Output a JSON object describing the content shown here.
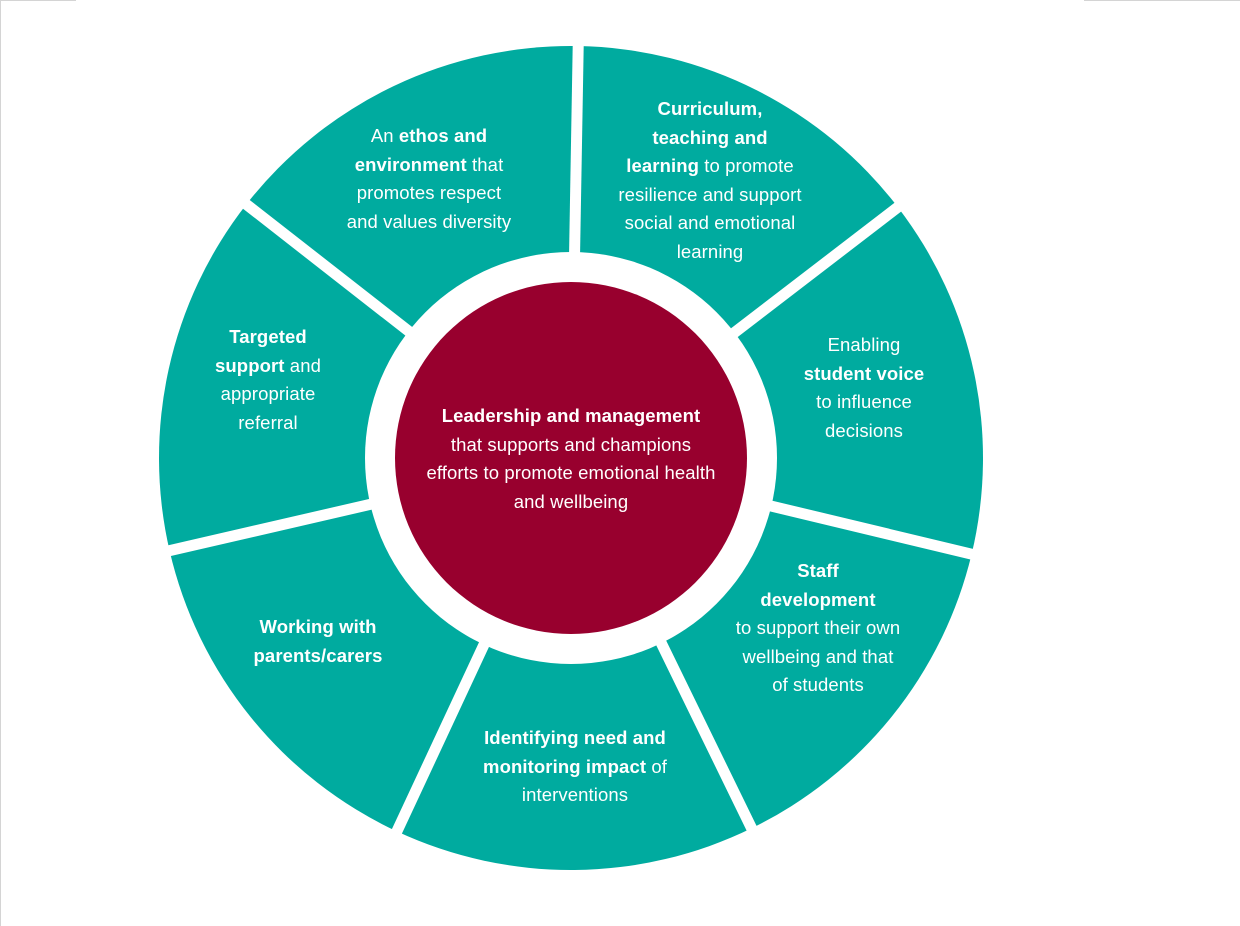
{
  "colors": {
    "segment": "#00ab9f",
    "center": "#98002e",
    "gap": "#ffffff",
    "text": "#ffffff"
  },
  "center": {
    "lines": [
      [
        {
          "t": "Leadership and management",
          "b": true
        }
      ],
      [
        {
          "t": "that supports and champions",
          "b": false
        }
      ],
      [
        {
          "t": "efforts to promote emotional health",
          "b": false
        }
      ],
      [
        {
          "t": "and wellbeing",
          "b": false
        }
      ]
    ]
  },
  "segments": [
    {
      "id": "ethos",
      "lines": [
        [
          {
            "t": "An ",
            "b": false
          },
          {
            "t": "ethos and",
            "b": true
          }
        ],
        [
          {
            "t": "environment",
            "b": true
          },
          {
            "t": " that",
            "b": false
          }
        ],
        [
          {
            "t": "promotes respect",
            "b": false
          }
        ],
        [
          {
            "t": "and values diversity",
            "b": false
          }
        ]
      ]
    },
    {
      "id": "curriculum",
      "lines": [
        [
          {
            "t": "Curriculum,",
            "b": true
          }
        ],
        [
          {
            "t": "teaching and",
            "b": true
          }
        ],
        [
          {
            "t": "learning",
            "b": true
          },
          {
            "t": " to promote",
            "b": false
          }
        ],
        [
          {
            "t": "resilience and support",
            "b": false
          }
        ],
        [
          {
            "t": "social and emotional",
            "b": false
          }
        ],
        [
          {
            "t": "learning",
            "b": false
          }
        ]
      ]
    },
    {
      "id": "student-voice",
      "lines": [
        [
          {
            "t": "Enabling",
            "b": false
          }
        ],
        [
          {
            "t": "student voice",
            "b": true
          }
        ],
        [
          {
            "t": "to influence",
            "b": false
          }
        ],
        [
          {
            "t": "decisions",
            "b": false
          }
        ]
      ]
    },
    {
      "id": "staff-development",
      "lines": [
        [
          {
            "t": "Staff",
            "b": true
          }
        ],
        [
          {
            "t": "development",
            "b": true
          }
        ],
        [
          {
            "t": "to support their own",
            "b": false
          }
        ],
        [
          {
            "t": "wellbeing and that",
            "b": false
          }
        ],
        [
          {
            "t": "of students",
            "b": false
          }
        ]
      ]
    },
    {
      "id": "identifying-need",
      "lines": [
        [
          {
            "t": "Identifying need and",
            "b": true
          }
        ],
        [
          {
            "t": "monitoring  impact",
            "b": true
          },
          {
            "t": " of",
            "b": false
          }
        ],
        [
          {
            "t": "interventions",
            "b": false
          }
        ]
      ]
    },
    {
      "id": "parents-carers",
      "lines": [
        [
          {
            "t": "Working with",
            "b": true
          }
        ],
        [
          {
            "t": "parents/carers",
            "b": true
          }
        ]
      ]
    },
    {
      "id": "targeted-support",
      "lines": [
        [
          {
            "t": "Targeted",
            "b": true
          }
        ],
        [
          {
            "t": "support",
            "b": true
          },
          {
            "t": " and",
            "b": false
          }
        ],
        [
          {
            "t": "appropriate",
            "b": false
          }
        ],
        [
          {
            "t": "referral",
            "b": false
          }
        ]
      ]
    }
  ]
}
